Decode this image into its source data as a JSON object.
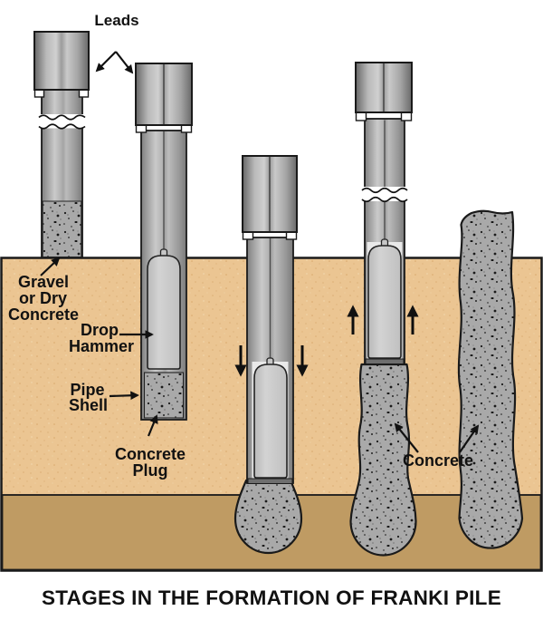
{
  "diagram": {
    "title": "STAGES IN THE FORMATION OF FRANKI PILE",
    "labels": {
      "leads": "Leads",
      "gravel_fill": [
        "Gravel",
        "or Dry",
        "Concrete"
      ],
      "drop_hammer": [
        "Drop",
        "Hammer"
      ],
      "pipe_shell": [
        "Pipe",
        "Shell"
      ],
      "concrete_plug": [
        "Concrete",
        "Plug"
      ],
      "concrete_shaft": "Concrete"
    },
    "colors": {
      "background": "#ffffff",
      "soil_upper": "#ebc592",
      "soil_lower": "#bf9b63",
      "concrete_gray": "#a9a9a9",
      "hammer_gray": "#cbcbcb",
      "steel_edge": "#7a7a7a",
      "outline_black": "#1a1a1a"
    },
    "stages": 5
  }
}
